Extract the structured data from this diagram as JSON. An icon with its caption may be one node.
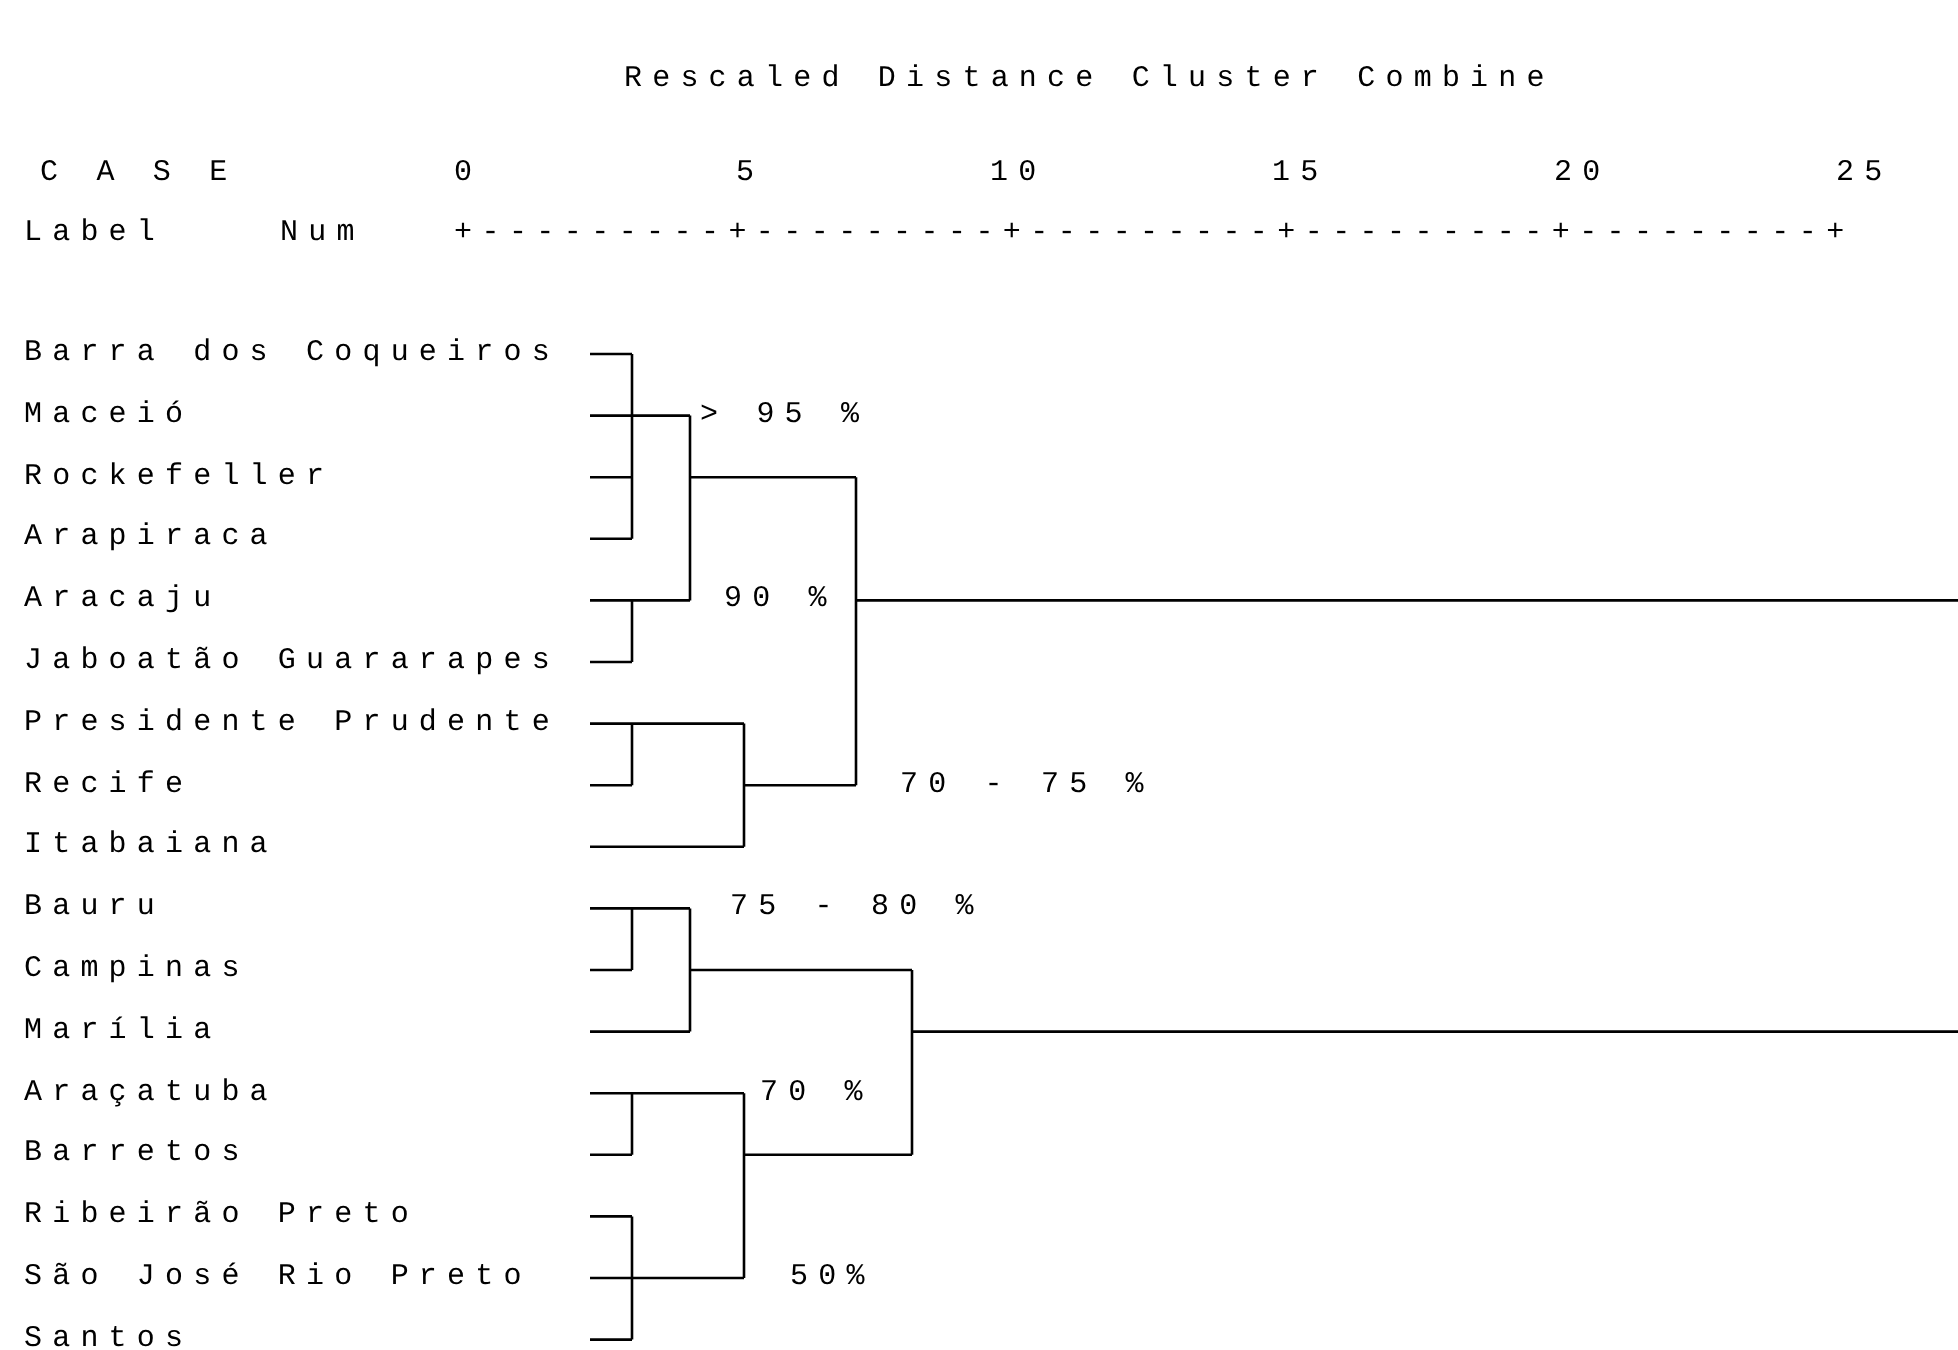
{
  "diagram": {
    "title": "Rescaled Distance Cluster Combine",
    "labels": [
      "C A S E",
      "0",
      "5",
      "10",
      "15",
      "20",
      "25",
      "Label",
      "Num",
      "+---------+---------+---------+---------+---------+",
      "Barra dos Coqueiros",
      "Maceió",
      "> 95 %",
      "Rockefeller",
      "Arapiraca",
      "Aracaju",
      "90 %",
      "Jaboatão Guararapes",
      "Presidente Prudente",
      "Recife",
      "70 - 75 %",
      "Itabaiana",
      "Bauru",
      "75 - 80 %",
      "Campinas",
      "Marília",
      "Araçatuba",
      "70 %",
      "Barretos",
      "Ribeirão Preto",
      "São José Rio Preto",
      "50%",
      "Santos"
    ]
  }
}
